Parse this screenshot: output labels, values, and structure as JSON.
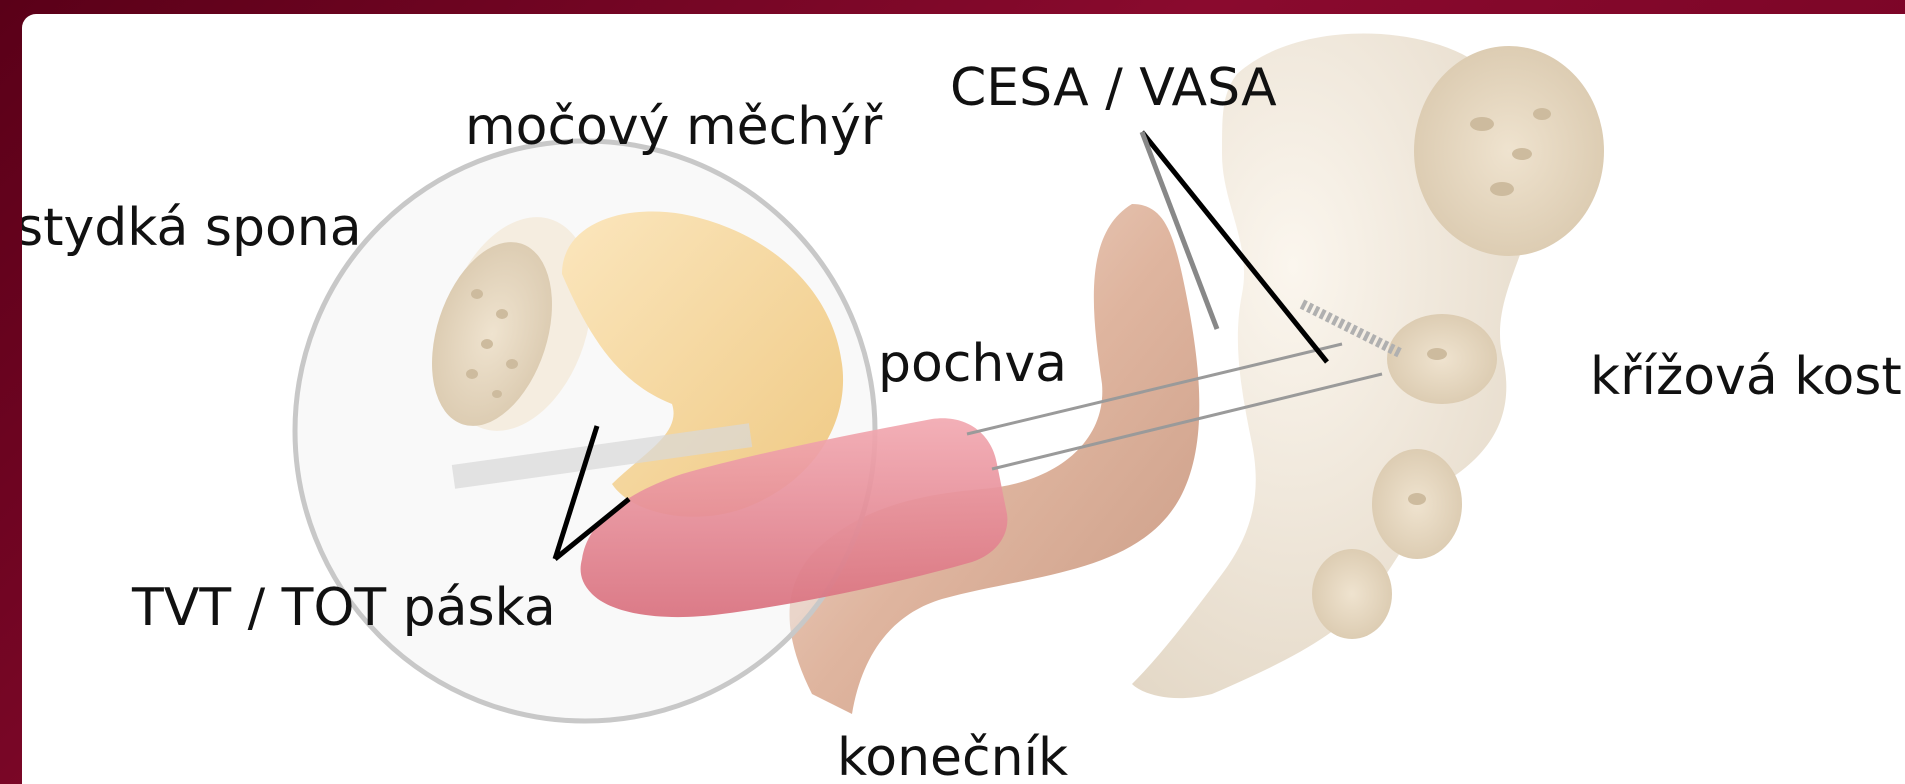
{
  "labels": {
    "cesa_vasa": "CESA / VASA",
    "bladder": "močový měchýř",
    "pubic_symphysis": "stydká spona",
    "vagina": "pochva",
    "sacrum": "křížová kost",
    "sling": "TVT / TOT páska",
    "rectum": "konečník"
  },
  "colors": {
    "frame": "#7a0b2a",
    "bone": "#efe6d8",
    "bladder": "#f6d9a0",
    "vagina": "#e68d98",
    "rectum": "#d9ad96",
    "circle": "#c8c8c8"
  }
}
